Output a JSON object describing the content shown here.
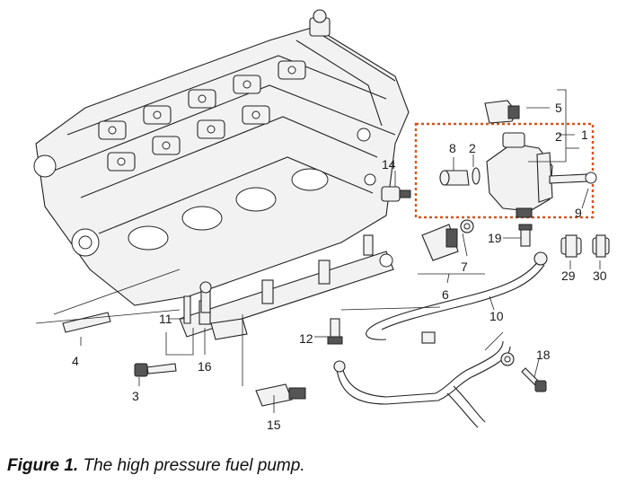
{
  "figure": {
    "caption_label": "Figure 1.",
    "caption_text": "The high pressure fuel pump.",
    "highlight_color": "#d9531e",
    "callouts": [
      "1",
      "2",
      "2",
      "3",
      "4",
      "5",
      "6",
      "7",
      "8",
      "9",
      "10",
      "11",
      "12",
      "14",
      "15",
      "16",
      "18",
      "19",
      "29",
      "30"
    ]
  }
}
